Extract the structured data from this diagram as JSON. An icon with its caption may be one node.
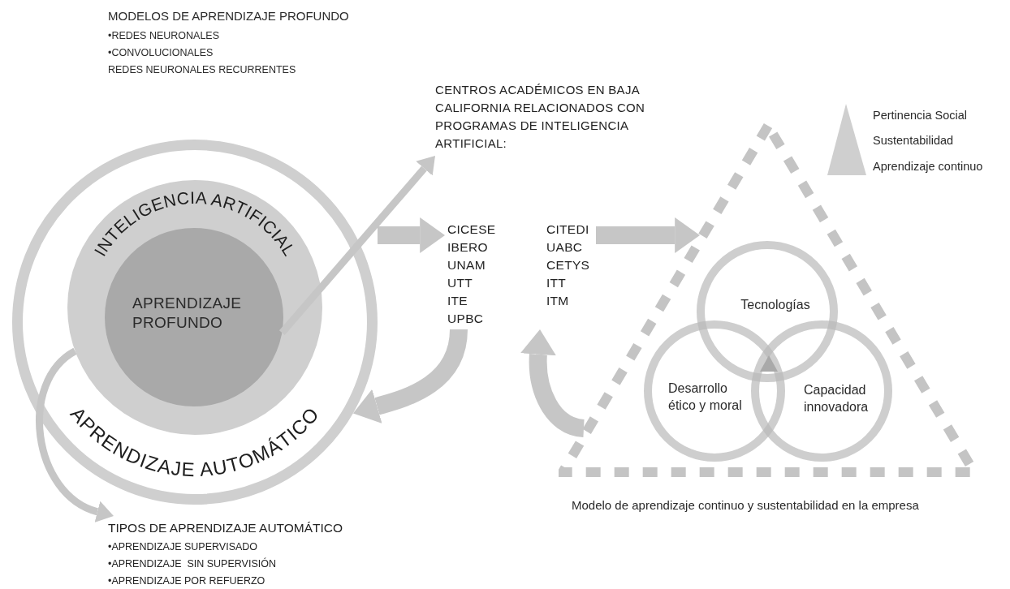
{
  "diagram": {
    "nodes": [
      {
        "text": [
          "APRENDIZAJE AUTOMÁTICO"
        ]
      },
      {
        "text": [
          "INTELIGENCIA ARTIFICIAL"
        ],
        "in": 0
      },
      {
        "text": [
          "APRENDIZAJE PROFUNDO"
        ],
        "in": 1
      },
      {
        "text": [
          "CENTROS ACADÉMICOS EN BAJA CALIFORNIA RELACIONADOS CON PROGRAMAS DE INTELIGENCIA ARTIFICIAL:"
        ]
      },
      {
        "text": [
          "CICESE IBERO UNAM UTT ITE UPBC",
          "CITEDI UABC CETYS ITT ITM"
        ]
      },
      {
        "text": [],
        "shape": "triangle",
        "beside": [
          "Modelo de aprendizaje continuo y sustentabilidad en la empresa"
        ]
      },
      {
        "text": [
          "Tecnologías"
        ],
        "in": 5
      },
      {
        "text": [
          "Desarrollo ético y moral"
        ],
        "in": 5
      },
      {
        "text": [
          "Capacidad innovadora"
        ],
        "in": 5
      },
      {
        "text": [
          "TIPOS DE APRENDIZAJE AUTOMÁTICO",
          "•APRENDIZAJE SUPERVISADO",
          "•APRENDIZAJE  SIN SUPERVISIÓN",
          "•APRENDIZAJE POR REFUERZO"
        ]
      }
    ],
    "edges": [
      {
        "from": 2,
        "to": 3,
        "arrow": "to"
      },
      {
        "from": 0,
        "to": 4,
        "arrow": "to"
      },
      {
        "from": 4,
        "to": 5,
        "arrow": "to"
      },
      {
        "from": 4,
        "to": 0,
        "arrow": "to"
      },
      {
        "from": 5,
        "to": 4,
        "arrow": "to"
      },
      {
        "from": 1,
        "to": 9,
        "arrow": "to"
      }
    ],
    "labels": [
      "MODELOS DE APRENDIZAJE PROFUNDO",
      "•REDES NEURONALES",
      "•CONVOLUCIONALES",
      "REDES NEURONALES RECURRENTES",
      "Pertinencia Social",
      "Sustentabilidad",
      "Aprendizaje continuo"
    ]
  }
}
